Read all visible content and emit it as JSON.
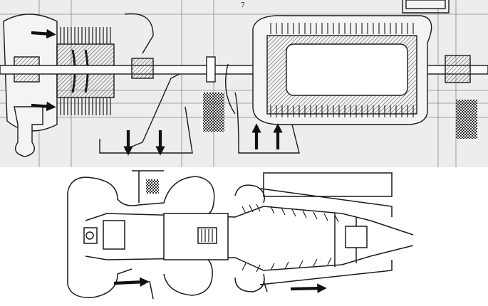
{
  "figure": {
    "top_panel": {
      "name": "steam-turbine-cross-section",
      "sheet_mark": "7",
      "arrows": [
        "right",
        "right",
        "down",
        "down",
        "up",
        "up"
      ]
    },
    "bottom_panel": {
      "name": "gas-turbine-cross-section",
      "arrows": [
        "right",
        "right"
      ]
    },
    "colors": {
      "ink": "#1a1a1a",
      "paper": "#ffffff",
      "hatch": "#555555",
      "gray_panel": "#e9e9e9"
    }
  }
}
